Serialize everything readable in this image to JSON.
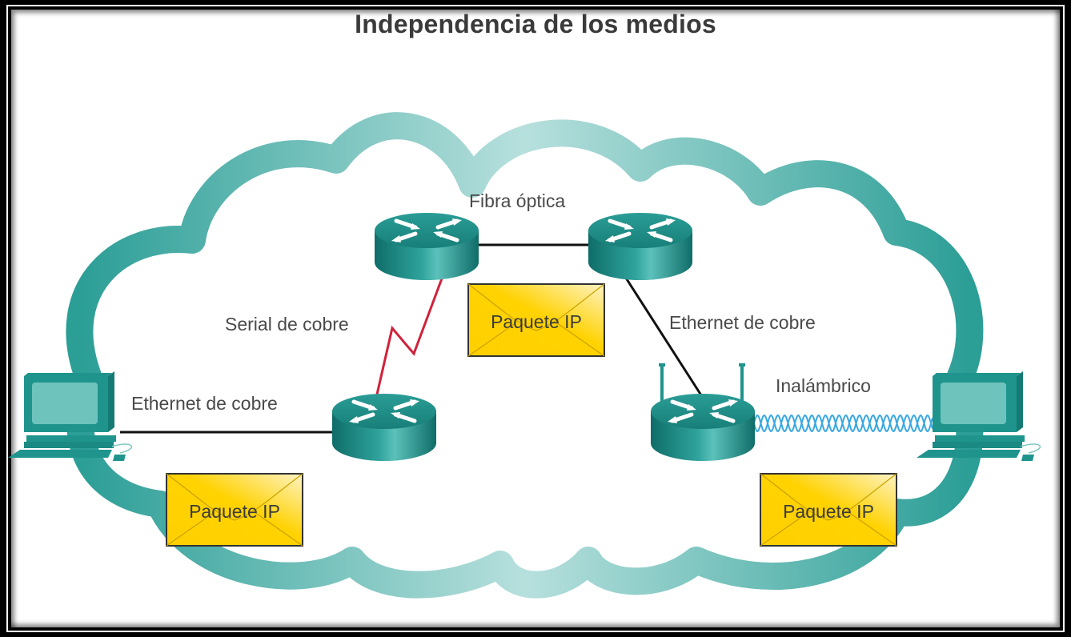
{
  "title": "Independencia de los medios",
  "links": {
    "fiber": "Fibra óptica",
    "serial_copper": "Serial de cobre",
    "ethernet_copper_right": "Ethernet de cobre",
    "ethernet_copper_left": "Ethernet de cobre",
    "wireless": "Inalámbrico"
  },
  "packets": [
    {
      "label": "Paquete IP"
    },
    {
      "label": "Paquete IP"
    },
    {
      "label": "Paquete IP"
    }
  ],
  "nodes": {
    "routers": [
      "router-top-left",
      "router-top-right",
      "router-bottom-left",
      "wireless-router"
    ],
    "hosts": [
      "pc-left",
      "pc-right"
    ]
  },
  "colors": {
    "cloud": "#3aa39c",
    "cloud_light": "#b5dedb",
    "router": "#1f8c86",
    "serial_link": "#d0223c",
    "wireless_link": "#3aa8e0",
    "envelope": "#ffd200"
  }
}
